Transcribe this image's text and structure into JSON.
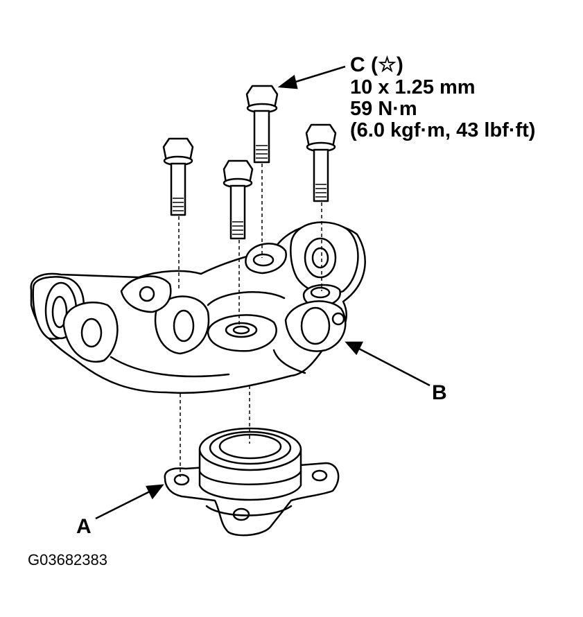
{
  "callouts": {
    "c_label": "C (☆)",
    "c_spec_line1": "10 x 1.25 mm",
    "c_spec_line2": "59 N·m",
    "c_spec_line3": "(6.0 kgf·m, 43 lbf·ft)",
    "b_label": "B",
    "a_label": "A"
  },
  "figure_code": "G03682383"
}
